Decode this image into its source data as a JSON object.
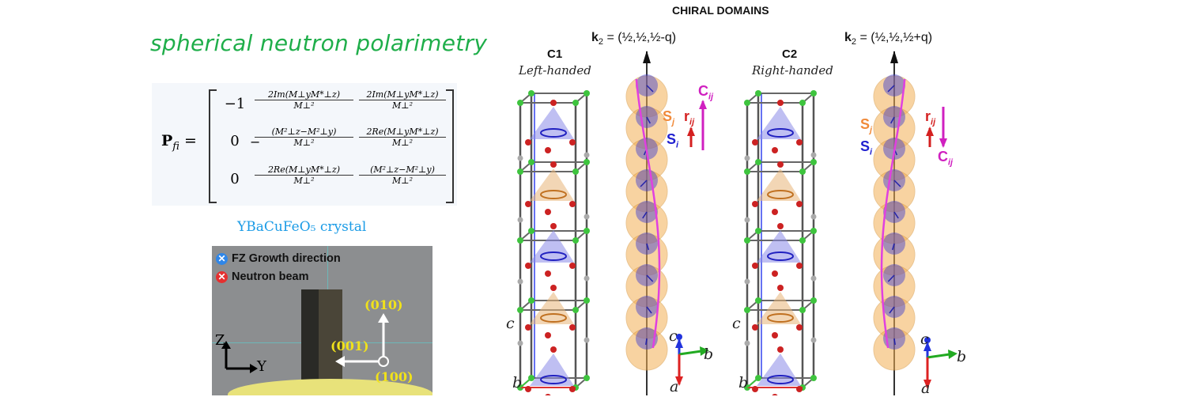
{
  "left_panel": {
    "title": "spherical neutron polarimetry",
    "matrix": {
      "lhs_symbol": "P",
      "lhs_subscript": "fi",
      "equals": "=",
      "rows": [
        [
          {
            "plain": "−1"
          },
          {
            "num": "2Im(M⊥yM*⊥z)",
            "den": "M⊥²"
          },
          {
            "num": "2Im(M⊥yM*⊥z)",
            "den": "M⊥²"
          }
        ],
        [
          {
            "plain": "0"
          },
          {
            "prefix": "−",
            "num": "(M²⊥z−M²⊥y)",
            "den": "M⊥²"
          },
          {
            "num": "2Re(M⊥yM*⊥z)",
            "den": "M⊥²"
          }
        ],
        [
          {
            "plain": "0"
          },
          {
            "num": "2Re(M⊥yM*⊥z)",
            "den": "M⊥²"
          },
          {
            "num": "(M²⊥z−M²⊥y)",
            "den": "M⊥²"
          }
        ]
      ]
    },
    "crystal_caption": "YBaCuFeO₅ crystal",
    "photo": {
      "legend": [
        {
          "label": "FZ Growth direction",
          "color": "#2f86e8"
        },
        {
          "label": "Neutron beam",
          "color": "#e53030"
        }
      ],
      "axis_z": "Z",
      "axis_y": "Y",
      "miller_010": "(010)",
      "miller_001": "(001)",
      "miller_100": "(100)"
    }
  },
  "right_panel": {
    "title": "CHIRAL DOMAINS",
    "domains": [
      {
        "name": "C1",
        "handedness": "Left-handed",
        "k_symbol": "k",
        "k_sub": "2",
        "k_value": " = (½,½,½-q)",
        "cij_direction": "up"
      },
      {
        "name": "C2",
        "handedness": "Right-handed",
        "k_symbol": "k",
        "k_sub": "2",
        "k_value": " = (½,½,½+q)",
        "cij_direction": "down"
      }
    ],
    "labels": {
      "S": "S",
      "j": "j",
      "i": "i",
      "r": "r",
      "C": "C",
      "ij": "ij"
    },
    "axes": {
      "c": "c",
      "b": "b",
      "a": "a"
    },
    "colors": {
      "Sj": "#f08a3a",
      "Si": "#2020d0",
      "rij": "#d42020",
      "Cij": "#d020c0"
    }
  }
}
